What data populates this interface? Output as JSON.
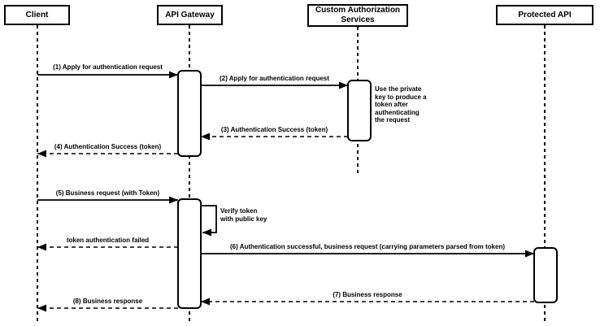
{
  "colors": {
    "background": "#ffffff",
    "stroke": "#000000",
    "text": "#000000",
    "shape_fill": "#ffffff"
  },
  "participants": [
    {
      "id": "client",
      "label": "Client"
    },
    {
      "id": "api-gateway",
      "label": "API Gateway"
    },
    {
      "id": "custom-authorization-services",
      "label": "Custom Authorization Services"
    },
    {
      "id": "protected-api",
      "label": "Protected API"
    }
  ],
  "messages": [
    {
      "seq": "1",
      "label": "(1) Apply for authentication request",
      "from": "Client",
      "to": "API Gateway",
      "style": "solid"
    },
    {
      "seq": "2",
      "label": "(2) Apply for authentication request",
      "from": "API Gateway",
      "to": "Custom Authorization Services",
      "style": "solid"
    },
    {
      "seq": "3",
      "label": "(3) Authentication Success (token)",
      "from": "Custom Authorization Services",
      "to": "API Gateway",
      "style": "dashed"
    },
    {
      "seq": "4",
      "label": "(4) Authentication Success (token)",
      "from": "API Gateway",
      "to": "Client",
      "style": "dashed"
    },
    {
      "seq": "5",
      "label": "(5) Business request (with Token)",
      "from": "Client",
      "to": "API Gateway",
      "style": "solid"
    },
    {
      "seq": "",
      "label": "Verify token\nwith public key",
      "from": "API Gateway",
      "to": "API Gateway",
      "style": "self-loop"
    },
    {
      "seq": "",
      "label": "token authentication failed",
      "from": "API Gateway",
      "to": "Client",
      "style": "dashed"
    },
    {
      "seq": "6",
      "label": "(6) Authentication successful, business request (carrying parameters parsed from token)",
      "from": "API Gateway",
      "to": "Protected API",
      "style": "solid"
    },
    {
      "seq": "7",
      "label": "(7) Business response",
      "from": "Protected API",
      "to": "API Gateway",
      "style": "dashed"
    },
    {
      "seq": "8",
      "label": "(8) Business response",
      "from": "API Gateway",
      "to": "Client",
      "style": "dashed"
    }
  ],
  "note": {
    "text": "Use the private\nkey to produce a\ntoken after\nauthenticating\nthe request",
    "attached_to": "Custom Authorization Services"
  }
}
